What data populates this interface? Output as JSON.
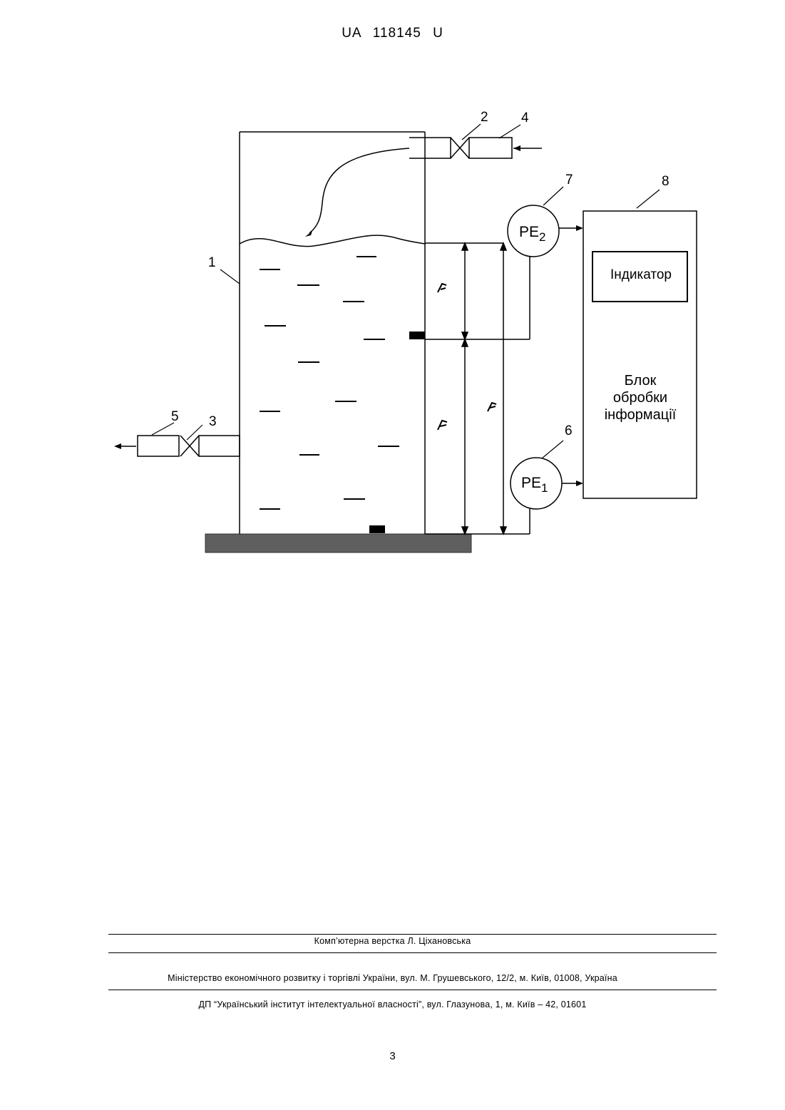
{
  "header": {
    "doc_id": "UA   118145   U"
  },
  "figure": {
    "ref_labels": [
      "1",
      "2",
      "3",
      "4",
      "5",
      "6",
      "7",
      "8"
    ],
    "sensor_pe1": {
      "main": "PE",
      "sub": "1"
    },
    "sensor_pe2": {
      "main": "PE",
      "sub": "2"
    },
    "block": {
      "indicator_label": "Індикатор",
      "title_lines": [
        "Блок",
        "обробки",
        "інформації"
      ]
    }
  },
  "footer": {
    "typesetting": "Комп’ютерна верстка Л. Ціхановська",
    "ministry": "Міністерство економічного розвитку і торгівлі України, вул. М. Грушевського, 12/2, м. Київ, 01008, Україна",
    "institute": "ДП “Український інститут інтелектуальної власності”, вул. Глазунова, 1, м. Київ – 42, 01601"
  },
  "page_number": "3"
}
